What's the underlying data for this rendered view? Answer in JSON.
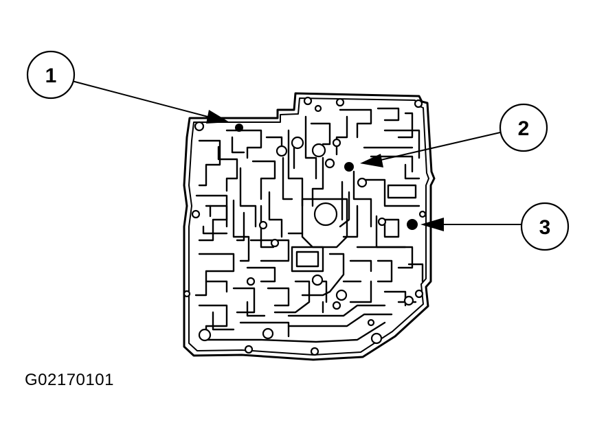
{
  "figure_id": "G02170101",
  "callouts": [
    {
      "label": "1"
    },
    {
      "label": "2"
    },
    {
      "label": "3"
    }
  ],
  "colors": {
    "ink": "#000000",
    "paper": "#ffffff"
  }
}
